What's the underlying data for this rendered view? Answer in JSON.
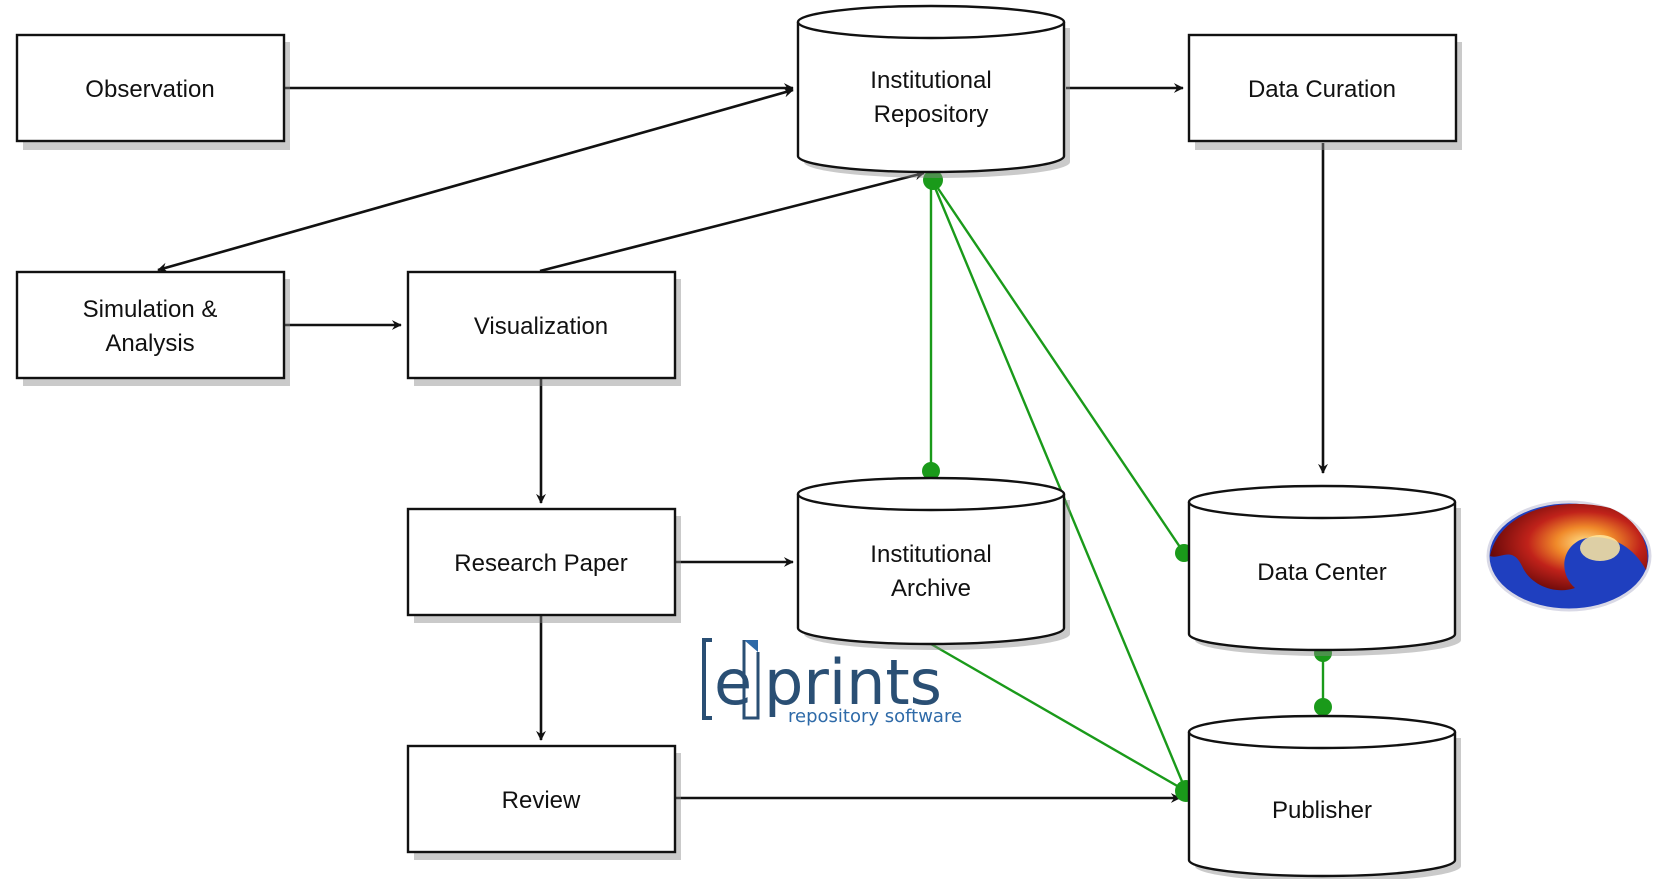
{
  "nodes": {
    "observation": "Observation",
    "institutional_repository": [
      "Institutional",
      "Repository"
    ],
    "data_curation": "Data Curation",
    "simulation_analysis": [
      "Simulation &",
      "Analysis"
    ],
    "visualization": "Visualization",
    "research_paper": "Research Paper",
    "institutional_archive": [
      "Institutional",
      "Archive"
    ],
    "data_center": "Data Center",
    "review": "Review",
    "publisher": "Publisher"
  },
  "logo": {
    "letter": "e",
    "word": "prints",
    "tagline": "repository software"
  },
  "colors": {
    "stroke": "#111111",
    "link_green": "#1a9a1a",
    "eprints_dark": "#2a4f74",
    "eprints_light": "#2e6aa8"
  },
  "icons": {
    "data_center_logo": "globe-emblem-icon"
  }
}
